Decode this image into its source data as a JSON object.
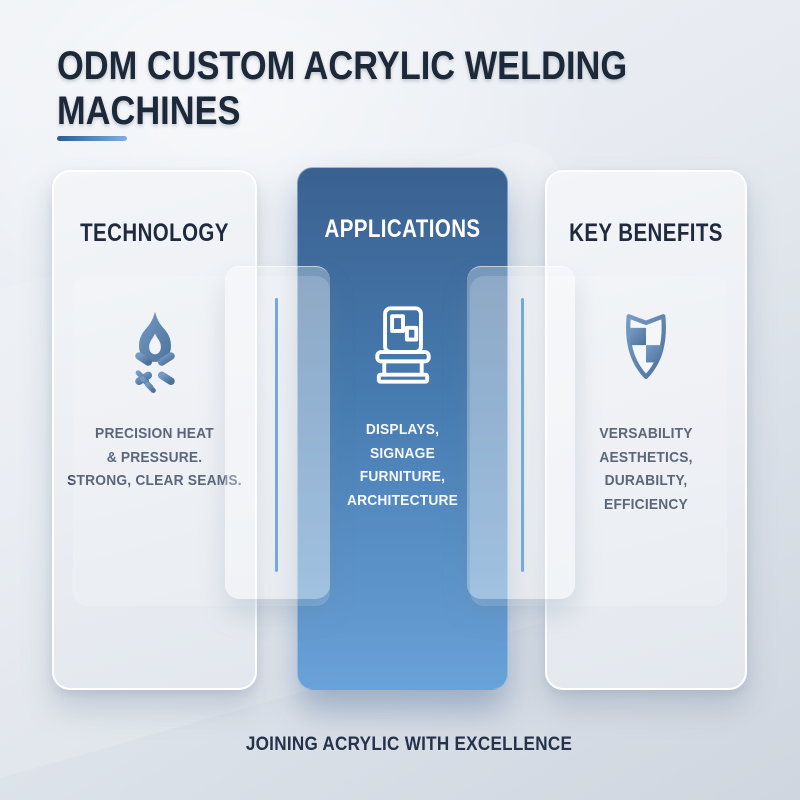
{
  "title": {
    "text": "ODM CUSTOM ACRYLIC WELDING\nMACHINES"
  },
  "tagline": "JOINING ACRYLIC WITH EXCELLENCE",
  "columns": [
    {
      "heading": "TECHNOLOGY",
      "icon": "campfire-icon",
      "lines": [
        "PRECISION HEAT",
        "& PRESSURE.",
        "STRONG, CLEAR SEAMS."
      ]
    },
    {
      "heading": "APPLICATIONS",
      "icon": "display-stand-icon",
      "lines": [
        "DISPLAYS,",
        "SIGNAGE",
        "FURNITURE,",
        "ARCHITECTURE"
      ]
    },
    {
      "heading": "KEY BENEFITS",
      "icon": "shield-icon",
      "lines": [
        "VERSABILITY",
        "AESTHETICS,",
        "DURABILTY,",
        "EFFICIENCY"
      ]
    }
  ],
  "colors": {
    "background_top": "#f0f3f7",
    "background_bottom": "#cfd6df",
    "title_text": "#1d2938",
    "card_heading_text": "#1f2b3d",
    "card_body_text": "#3c4a60",
    "accent_blue_dark": "#2d5c95",
    "accent_blue_light": "#7fb0dd",
    "middle_card_top": "#3a6190",
    "middle_card_bottom": "#69a2d8",
    "middle_card_text": "#ffffff",
    "divider_line": "#74a9de",
    "icon_gradient_start": "#5b8aba",
    "icon_gradient_end": "#2b568a"
  }
}
